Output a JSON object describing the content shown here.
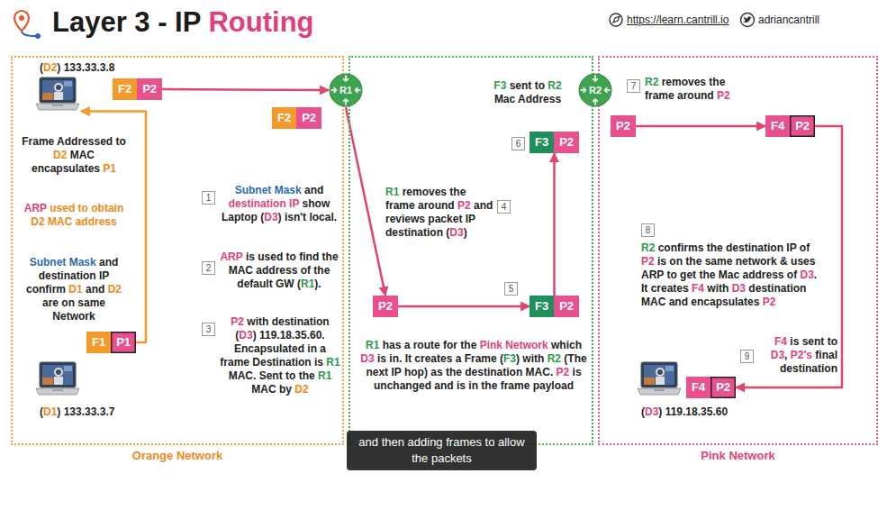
{
  "diagram": {
    "title": "Layer 3 - IP Routing",
    "nodes": [
      {
        "text": [
          "Orange Network"
        ]
      },
      {
        "text": []
      },
      {
        "text": [
          "Pink Network"
        ]
      },
      {
        "text": [
          "(D2) 133.33.3.8"
        ],
        "in": 0
      },
      {
        "text": [
          "F2",
          "P2"
        ],
        "in": 0
      },
      {
        "text": [
          "F2",
          "P2"
        ],
        "in": 0
      },
      {
        "text": [
          "(D1) 133.33.3.7"
        ],
        "in": 0
      },
      {
        "text": [
          "F1",
          "P1"
        ],
        "in": 0
      },
      {
        "text": [
          "R1"
        ]
      },
      {
        "text": [
          "P2"
        ],
        "in": 1
      },
      {
        "text": [
          "F3",
          "P2"
        ],
        "in": 1
      },
      {
        "text": [
          "F3",
          "P2"
        ],
        "in": 1
      },
      {
        "text": [
          "R2"
        ]
      },
      {
        "text": [
          "P2"
        ],
        "in": 2
      },
      {
        "text": [
          "F4",
          "P2"
        ],
        "in": 2
      },
      {
        "text": [
          "(D3) 119.18.35.60"
        ],
        "in": 2
      },
      {
        "text": [
          "F4",
          "P2"
        ],
        "in": 2
      }
    ],
    "edges": [
      {
        "from": 7,
        "to": 3,
        "arrow": "to"
      },
      {
        "from": 4,
        "to": 8,
        "arrow": "to"
      },
      {
        "from": 8,
        "to": 9,
        "arrow": "to"
      },
      {
        "from": 9,
        "to": 10,
        "arrow": "to"
      },
      {
        "from": 10,
        "to": 11,
        "arrow": "to"
      },
      {
        "from": 13,
        "to": 14,
        "arrow": "to"
      },
      {
        "from": 14,
        "to": 16,
        "arrow": "to"
      }
    ],
    "labels": [
      "Frame Addressed to D2 MAC encapsulates P1",
      "ARP used to obtain D2 MAC address",
      "Subnet Mask and destination IP confirm D1 and D2 are on same Network",
      "1",
      "Subnet Mask and destination IP show Laptop (D3) isn't local.",
      "2",
      "ARP is used to find the MAC address of the default GW (R1).",
      "3",
      "P2 with destination (D3) 119.18.35.60. Encapsulated in a frame Destination is R1 MAC. Sent to the R1 MAC by D2",
      "F3 sent to R2 Mac Address",
      "6",
      "R1 removes the frame around P2 and reviews packet IP destination (D3)",
      "4",
      "5",
      "R1 has a route for the Pink Network which D3 is in. It creates a Frame (F3) with R2 (The next IP hop) as the destination MAC. P2 is unchanged and is in the frame payload",
      "7",
      "R2 removes the frame around P2",
      "8",
      "R2 confirms the destination IP of P2 is on the same network & uses ARP to get the Mac address of D3. It creates F4 with D3 destination MAC and encapsulates P2",
      "F4 is sent to D3, P2's final destination",
      "9",
      "https://learn.cantrill.io",
      "adriancantrill",
      "and then adding frames to allow the packets"
    ]
  }
}
